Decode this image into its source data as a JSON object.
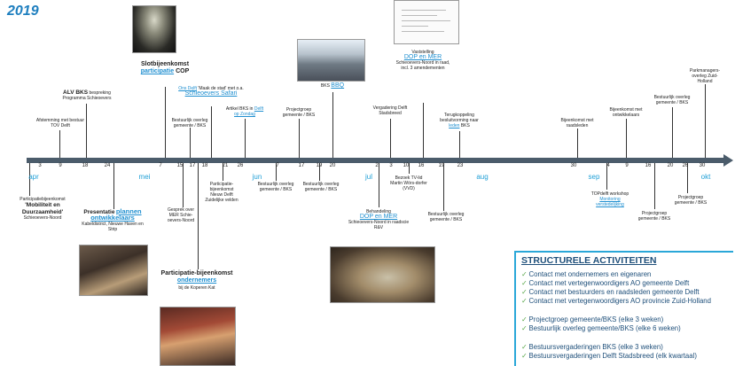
{
  "year": "2019",
  "months": [
    "apr",
    "mei",
    "jun",
    "jul",
    "aug",
    "sep",
    "okt"
  ],
  "ticks": [
    "3",
    "9",
    "18",
    "24",
    "7",
    "15",
    "17",
    "18",
    "21",
    "26",
    "7",
    "17",
    "19",
    "20",
    "2",
    "3",
    "10",
    "16",
    "19",
    "23",
    "30",
    "4",
    "9",
    "16",
    "20",
    "26",
    "30"
  ],
  "events": {
    "participatiebijeenkomst": {
      "pre": "Participatiebijeenkomst",
      "hl": "'Mobiliteit en Duurzaamheid'",
      "post": "Schieoevers-Noord"
    },
    "afstemming": "Afstemming met bestuur TOV Delft",
    "alv_bks": {
      "strong": "ALV BKS",
      "rest": "bespreking Programma Schieoevers"
    },
    "presentatie": {
      "pre": "Presentatie",
      "hl": "plannen ontwikkelaars",
      "post": "Kabeldistrict, Nieuwe Haven en Strip"
    },
    "slotbijeenkomst": {
      "pre": "Slotbijeenkomst",
      "hl": "participatie",
      "post": "COP"
    },
    "ons_delft": {
      "hl": "Ons Delft",
      "mid": "'Maak de stad' met o.a.",
      "hl2": "Schieoevers Safari"
    },
    "gesprek_mer": "Gesprek over MER Schie-oevers-Noord",
    "bestuurlijk_1": "Bestuurlijk overleg gemeente / BKS",
    "artikel_bks": {
      "pre": "Artikel BKS in",
      "hl": "Delft op Zondag"
    },
    "participatie_nd": "Participatie-bijeenkomst Nieuw Delft Zuidelijke velden",
    "ondernemers": {
      "pre": "Participatie-bijeenkomst",
      "hl": "ondernemers",
      "post": "bij de Koperen Kat"
    },
    "bestuurlijk_2": "Bestuurlijk overleg gemeente / BKS",
    "projectgroep_1": "Projectgroep gemeente / BKS",
    "bestuurlijk_3": "Bestuurlijk overleg gemeente / BKS",
    "bks_bbq": {
      "pre": "BKS",
      "hl": "BBQ"
    },
    "vergadering_ds": "Vergadering Delft Stadsbreed",
    "behandeling": {
      "pre": "Behandeling",
      "hl": "DOP en MER",
      "post": "Schieoevers-Noord in raadscie R&V"
    },
    "vaststelling": {
      "pre": "Vaststelling",
      "hl": "DOP en MER",
      "post": "Schieoevers-Noord in raad, incl. 3 amendementen"
    },
    "bezoek_tv": "Bezoek TV-lid Martin Wörs-dorfer (VVD)",
    "bestuurlijk_4": "Bestuurlijk overleg gemeente / BKS",
    "terugkoppeling": {
      "pre": "Terugkoppeling besluitvorming naar",
      "hl": "leden",
      "post": "BKS"
    },
    "bijeenkomst_raad": "Bijeenkomst met raadsleden",
    "bijeenkomst_ontw": "Bijeenkomst met ontwikkelaars",
    "topdelft": {
      "pre": "TOPdelft workshop",
      "hl": "Monitoring verstedelijking"
    },
    "projectgroep_2": "Projectgroep gemeente / BKS",
    "bestuurlijk_5": "Bestuurlijk overleg gemeente / BKS",
    "projectgroep_3": "Projectgroep gemeente / BKS",
    "parkmanagers": "Parkmanagers-overleg Zuid-Holland"
  },
  "structural": {
    "title": "STRUCTURELE ACTIVITEITEN",
    "items": [
      "Contact met ondernemers en eigenaren",
      "Contact met vertegenwoordigers AO gemeente Delft",
      "Contact met bestuurders en raadsleden gemeente Delft",
      "Contact met vertegenwoordigers AO provincie Zuid-Holland",
      "Projectgroep gemeente/BKS (elke 3 weken)",
      "Bestuurlijk overleg gemeente/BKS (elke 6 weken)",
      "Bestuursvergaderingen BKS (elke 3 weken)",
      "Bestuursvergaderingen Delft Stadsbreed (elk kwartaal)"
    ]
  },
  "colors": {
    "accent": "#1f8fd0",
    "timeline": "#4b5c6b",
    "panel_border": "#2aa7d8",
    "panel_text": "#1e4f7a",
    "check": "#5aa84b"
  }
}
